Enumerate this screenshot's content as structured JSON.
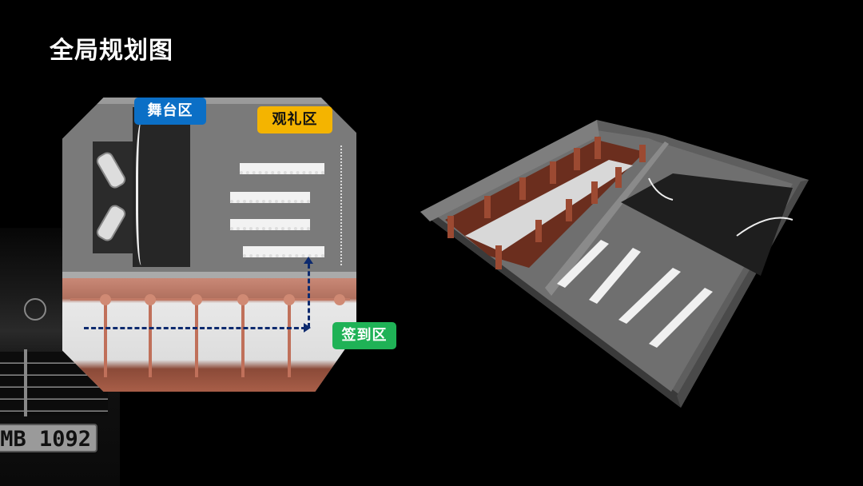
{
  "slide": {
    "title": "全局规划图"
  },
  "labels": {
    "stage_area": "舞台区",
    "audience_area": "观礼区",
    "checkin_area": "签到区"
  },
  "colors": {
    "stage_tag": "#0b6fc6",
    "audience_tag": "#f4b400",
    "checkin_tag": "#1fb256",
    "route_line": "#0d2a6e",
    "background": "#000000"
  },
  "background_car": {
    "plate_text": "MB 1092"
  },
  "icons": {
    "route_arrow": "dashed-arrow",
    "vehicle": "car-icon"
  }
}
